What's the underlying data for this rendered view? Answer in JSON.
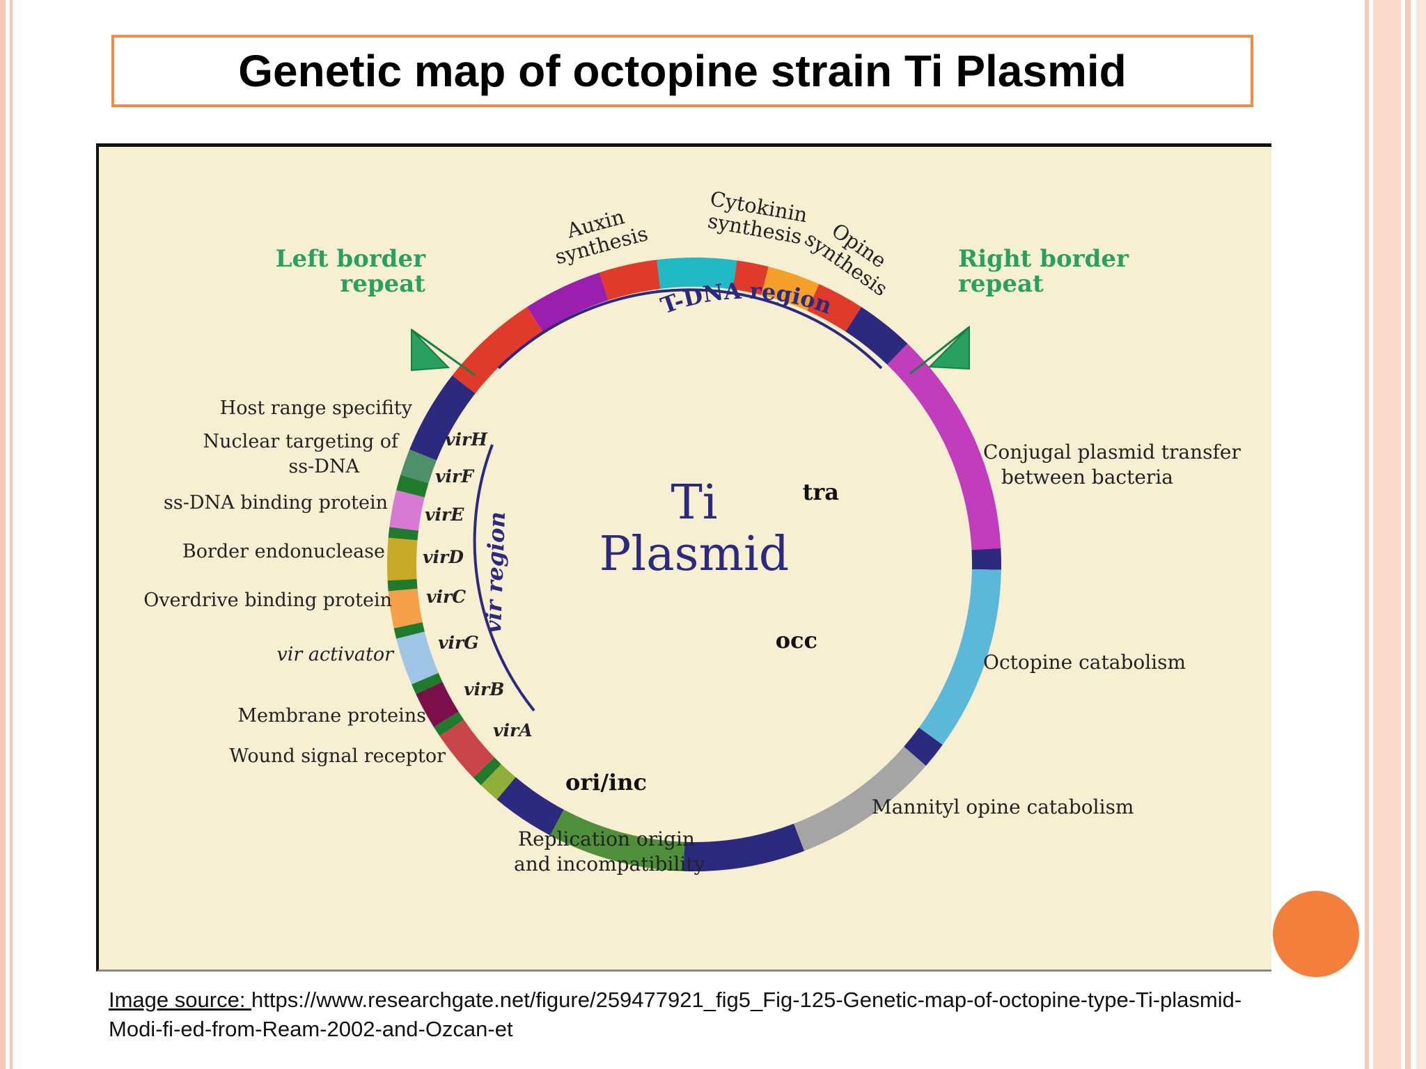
{
  "title": "Genetic map of octopine strain Ti Plasmid",
  "diagram": {
    "center": [
      "Ti",
      "Plasmid"
    ],
    "tdna_label": "T-DNA region",
    "vir_region_label": "vir region",
    "left_border": [
      "Left border",
      "repeat"
    ],
    "right_border": [
      "Right border",
      "repeat"
    ],
    "top_labels": {
      "auxin": [
        "Auxin",
        "synthesis"
      ],
      "cytokinin": [
        "Cytokinin",
        "synthesis"
      ],
      "opine": [
        "Opine",
        "synthesis"
      ]
    },
    "vir_genes": [
      "virH",
      "virF",
      "virE",
      "virD",
      "virC",
      "virG",
      "virB",
      "virA"
    ],
    "left_functions": [
      "Host range specifity",
      "Nuclear targeting of",
      "ss-DNA",
      "ss-DNA binding protein",
      "Border endonuclease",
      "Overdrive binding protein",
      "vir activator",
      "Membrane proteins",
      "Wound signal receptor"
    ],
    "ori_label": "ori/inc",
    "ori_desc": [
      "Replication origin",
      "and incompatibility"
    ],
    "tra_label": "tra",
    "tra_desc": [
      "Conjugal plasmid transfer",
      "between bacteria"
    ],
    "occ_label": "occ",
    "occ_desc": "Octopine catabolism",
    "mannityl_desc": "Mannityl opine catabolism",
    "colors": {
      "navy": "#2b2a7e",
      "red": "#e03a2a",
      "purple": "#9a1fae",
      "cyan": "#20b9c4",
      "orange": "#f4a02a",
      "magenta": "#c23dbb",
      "light_blue": "#5cb8d8",
      "gray": "#a5a5a5",
      "green": "#4f8f3c",
      "border_green": "#2aa060"
    }
  },
  "source": {
    "label": "Image source: ",
    "url": "https://www.researchgate.net/figure/259477921_fig5_Fig-125-Genetic-map-of-octopine-type-Ti-plasmid-Modi-fi-ed-from-Ream-2002-and-Ozcan-et"
  }
}
